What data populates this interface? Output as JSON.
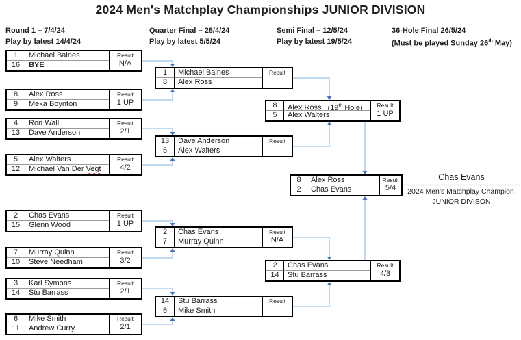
{
  "title": "2024 Men's Matchplay Championships  JUNIOR DIVISION",
  "labels": {
    "result": "Result"
  },
  "columns": [
    {
      "line1": "Round 1 – 7/4/24",
      "line2": "Play by latest 14/4/24"
    },
    {
      "line1": "Quarter Final – 28/4/24",
      "line2": "Play by latest 5/5/24"
    },
    {
      "line1": "Semi Final – 12/5/24",
      "line2": "Play by latest 19/5/24"
    },
    {
      "line1": "36-Hole Final 26/5/24",
      "line2_pre": "(Must be played Sunday 26",
      "line2_sup": "th",
      "line2_post": " May)"
    }
  ],
  "round1": [
    {
      "p1_seed": "1",
      "p1": "Michael Baines",
      "p2_seed": "16",
      "p2": "BYE",
      "result": "N/A"
    },
    {
      "p1_seed": "8",
      "p1": "Alex Ross",
      "p2_seed": "9",
      "p2": "Meka Boynton",
      "result": "1 UP"
    },
    {
      "p1_seed": "4",
      "p1": "Ron Wall",
      "p2_seed": "13",
      "p2": "Dave Anderson",
      "result": "2/1"
    },
    {
      "p1_seed": "5",
      "p1": "Alex Walters",
      "p2_seed": "12",
      "p2": "Michael Van Der ",
      "p2_wavy": "Vegt",
      "result": "4/2"
    },
    {
      "p1_seed": "2",
      "p1": "Chas Evans",
      "p2_seed": "15",
      "p2": "Glenn Wood",
      "result": "1 UP"
    },
    {
      "p1_seed": "7",
      "p1": "Murray Quinn",
      "p2_seed": "10",
      "p2": "Steve Needham",
      "result": "3/2"
    },
    {
      "p1_seed": "3",
      "p1": "Karl Symons",
      "p2_seed": "14",
      "p2": "Stu Barrass",
      "result": "2/1"
    },
    {
      "p1_seed": "6",
      "p1": "Mike Smith",
      "p2_seed": "11",
      "p2": "Andrew Curry",
      "result": "2/1"
    }
  ],
  "quarter_finals": [
    {
      "p1_seed": "1",
      "p1": "Michael Baines",
      "p2_seed": "8",
      "p2": "Alex Ross",
      "result": ""
    },
    {
      "p1_seed": "13",
      "p1": "Dave Anderson",
      "p2_seed": "5",
      "p2": "Alex Walters",
      "result": ""
    },
    {
      "p1_seed": "2",
      "p1": "Chas Evans",
      "p2_seed": "7",
      "p2": "Murray Quinn",
      "result": "N/A"
    },
    {
      "p1_seed": "14",
      "p1": "Stu Barrass",
      "p2_seed": "6",
      "p2": "Mike Smith",
      "result": ""
    }
  ],
  "semi_finals": [
    {
      "p1_seed": "8",
      "p1": "Alex Ross",
      "p1_note_pre": "(19",
      "p1_note_sup": "th",
      "p1_note_post": " Hole)",
      "p2_seed": "5",
      "p2": "Alex Walters",
      "result": "1 UP"
    },
    {
      "p1_seed": "2",
      "p1": "Chas Evans",
      "p2_seed": "14",
      "p2": "Stu Barrass",
      "result": "4/3"
    }
  ],
  "final": {
    "p1_seed": "8",
    "p1": "Alex Ross",
    "p2_seed": "2",
    "p2": "Chas Evans",
    "result": "5/4"
  },
  "champion": {
    "name": "Chas Evans",
    "line1": "2024 Men’s Matchplay Champion",
    "line2": "JUNIOR DIVISON"
  },
  "colors": {
    "connector": "#9DC3E6",
    "arrow": "#4472C4",
    "border": "#000000",
    "row_divider": "#999999",
    "wavy_underline": "#E03C31"
  }
}
